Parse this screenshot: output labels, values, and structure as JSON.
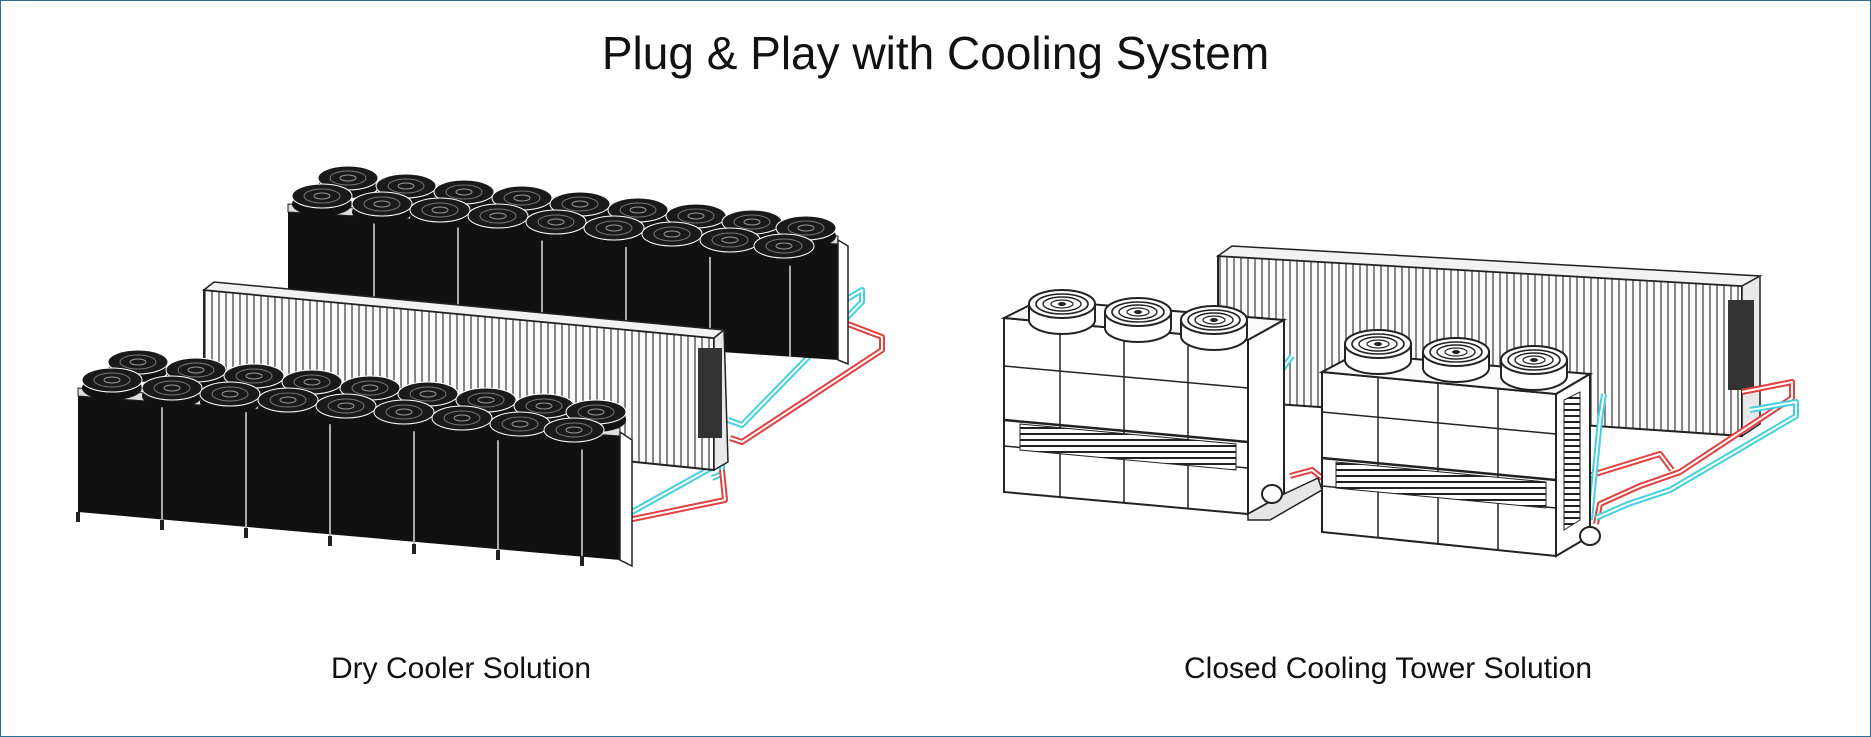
{
  "header": {
    "title": "Plug & Play with Cooling System"
  },
  "panels": [
    {
      "caption": "Dry Cooler Solution",
      "illustration": "dry-cooler-solution-illustration"
    },
    {
      "caption": "Closed Cooling Tower Solution",
      "illustration": "closed-cooling-tower-solution-illustration"
    }
  ],
  "colors": {
    "frame_border": "#2f6f8f",
    "supply_pipe": "#e24040",
    "return_pipe": "#45d0e0",
    "equipment_fill": "#111111",
    "line": "#222222"
  }
}
